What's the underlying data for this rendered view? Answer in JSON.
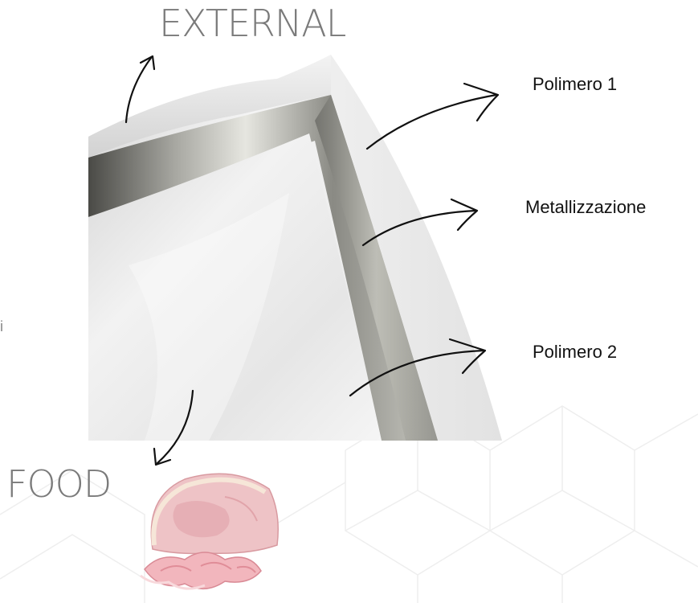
{
  "labels": {
    "external": "EXTERNAL",
    "food": "FOOD",
    "polimero_1": "Polimero 1",
    "metallizzazione": "Metallizzazione",
    "polimero_2": "Polimero 2",
    "edge_mark": "i"
  },
  "icons": {
    "food_image": "ham-icon",
    "arrows": "hand-drawn-arrow-icon"
  },
  "colors": {
    "polymer": "#e9e9e9",
    "metal": "#8c8c88",
    "label_big": "#7a7a7a",
    "label_small": "#111111",
    "arrow": "#111111"
  }
}
